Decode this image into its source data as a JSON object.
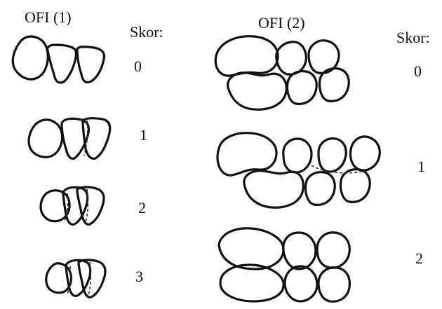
{
  "panel_left": {
    "title": "OFI (1)",
    "score_header": "Skor:",
    "scores": [
      "0",
      "1",
      "2",
      "3"
    ]
  },
  "panel_right": {
    "title": "OFI (2)",
    "score_header": "Skor:",
    "scores": [
      "0",
      "1",
      "2"
    ]
  }
}
